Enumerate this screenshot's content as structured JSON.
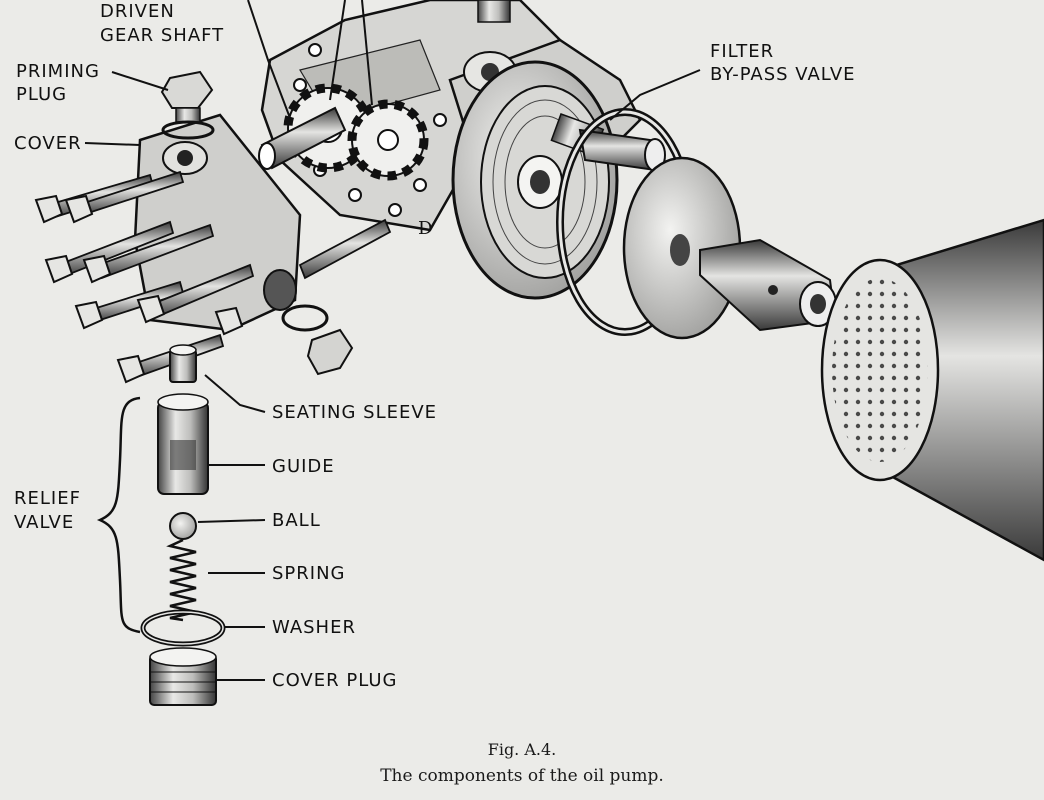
{
  "labels": {
    "driven_gear_shaft_1": "DRIVEN",
    "driven_gear_shaft_2": "GEAR SHAFT",
    "priming_plug_1": "PRIMING",
    "priming_plug_2": "PLUG",
    "cover": "COVER",
    "filter_bypass_1": "FILTER",
    "filter_bypass_2": "BY-PASS VALVE",
    "seating_sleeve": "SEATING SLEEVE",
    "guide": "GUIDE",
    "relief_valve_1": "RELIEF",
    "relief_valve_2": "VALVE",
    "ball": "BALL",
    "spring": "SPRING",
    "washer": "WASHER",
    "cover_plug": "COVER PLUG",
    "body_mark": "D"
  },
  "caption": {
    "figure": "Fig. A.4.",
    "text": "The components of the oil pump."
  }
}
